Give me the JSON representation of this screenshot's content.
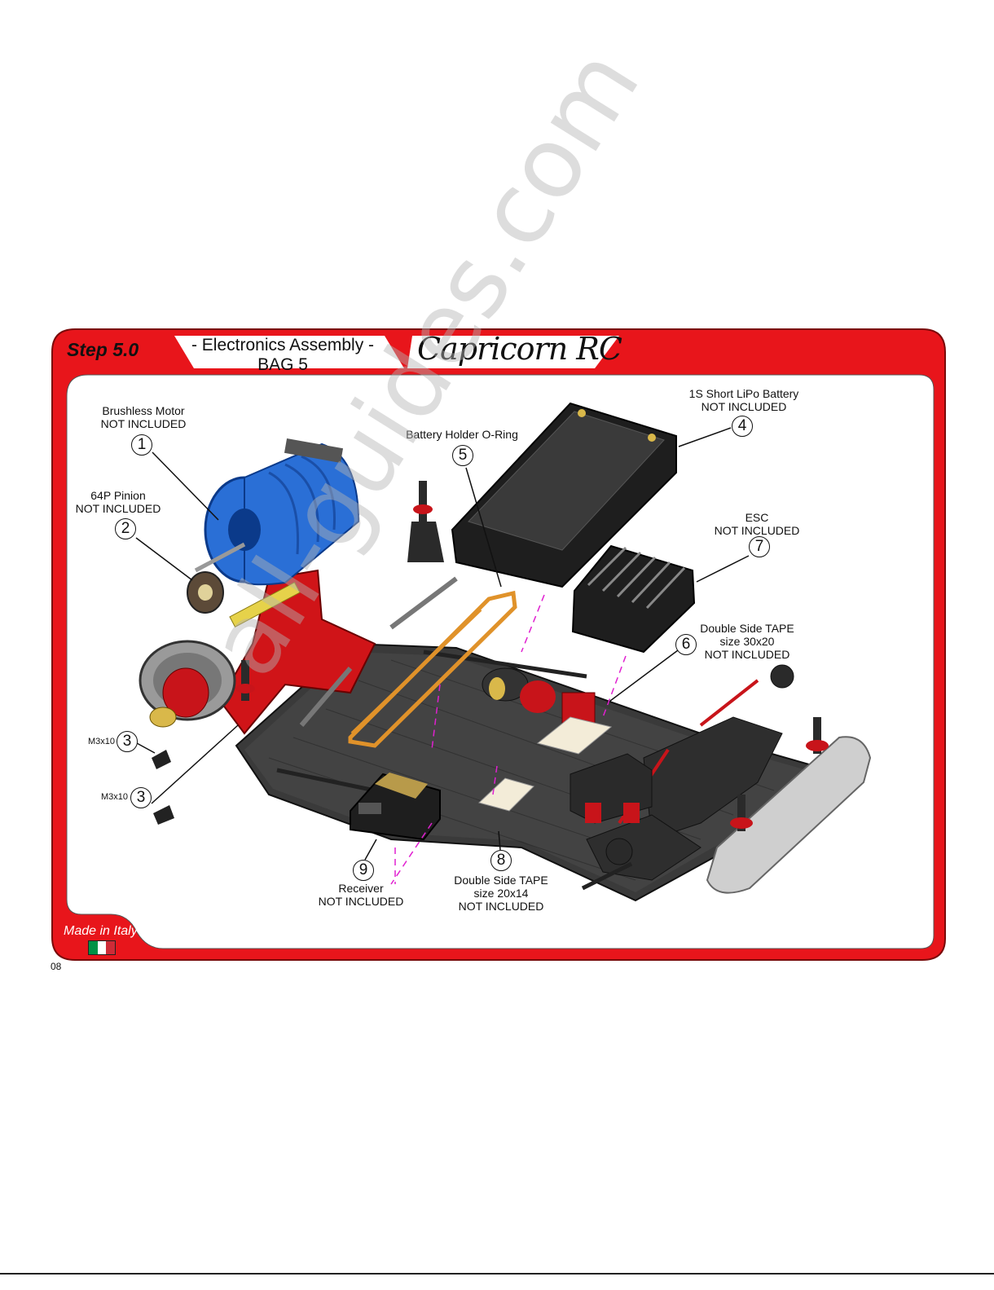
{
  "header": {
    "step": "Step 5.0",
    "section_line1": "- Electronics Assembly -",
    "section_line2": "BAG 5",
    "brand": "Capricorn RC"
  },
  "parts": [
    {
      "num": "1",
      "line1": "Brushless Motor",
      "line2": "NOT INCLUDED"
    },
    {
      "num": "2",
      "line1": "64P Pinion",
      "line2": "NOT INCLUDED"
    },
    {
      "num": "3",
      "screw": "M3x10"
    },
    {
      "num": "4",
      "line1": "1S Short LiPo Battery",
      "line2": "NOT INCLUDED"
    },
    {
      "num": "5",
      "line1": "Battery Holder O-Ring"
    },
    {
      "num": "6",
      "line1": "Double Side TAPE",
      "line2": "size 30x20",
      "line3": "NOT INCLUDED"
    },
    {
      "num": "7",
      "line1": "ESC",
      "line2": "NOT INCLUDED"
    },
    {
      "num": "8",
      "line1": "Double Side TAPE",
      "line2": "size 20x14",
      "line3": "NOT INCLUDED"
    },
    {
      "num": "9",
      "line1": "Receiver",
      "line2": "NOT INCLUDED"
    }
  ],
  "footer": {
    "made_in": "Made in Italy",
    "page": "08",
    "flag_colors": [
      "#009246",
      "#ffffff",
      "#ce2b37"
    ]
  },
  "watermark": "all-guides.com",
  "colors": {
    "frame_red": "#e8151b",
    "motor_blue": "#2a6fd6",
    "chassis_dark": "#2b2b2b",
    "accent_red": "#c8141a",
    "oring_orange": "#e0922a"
  }
}
